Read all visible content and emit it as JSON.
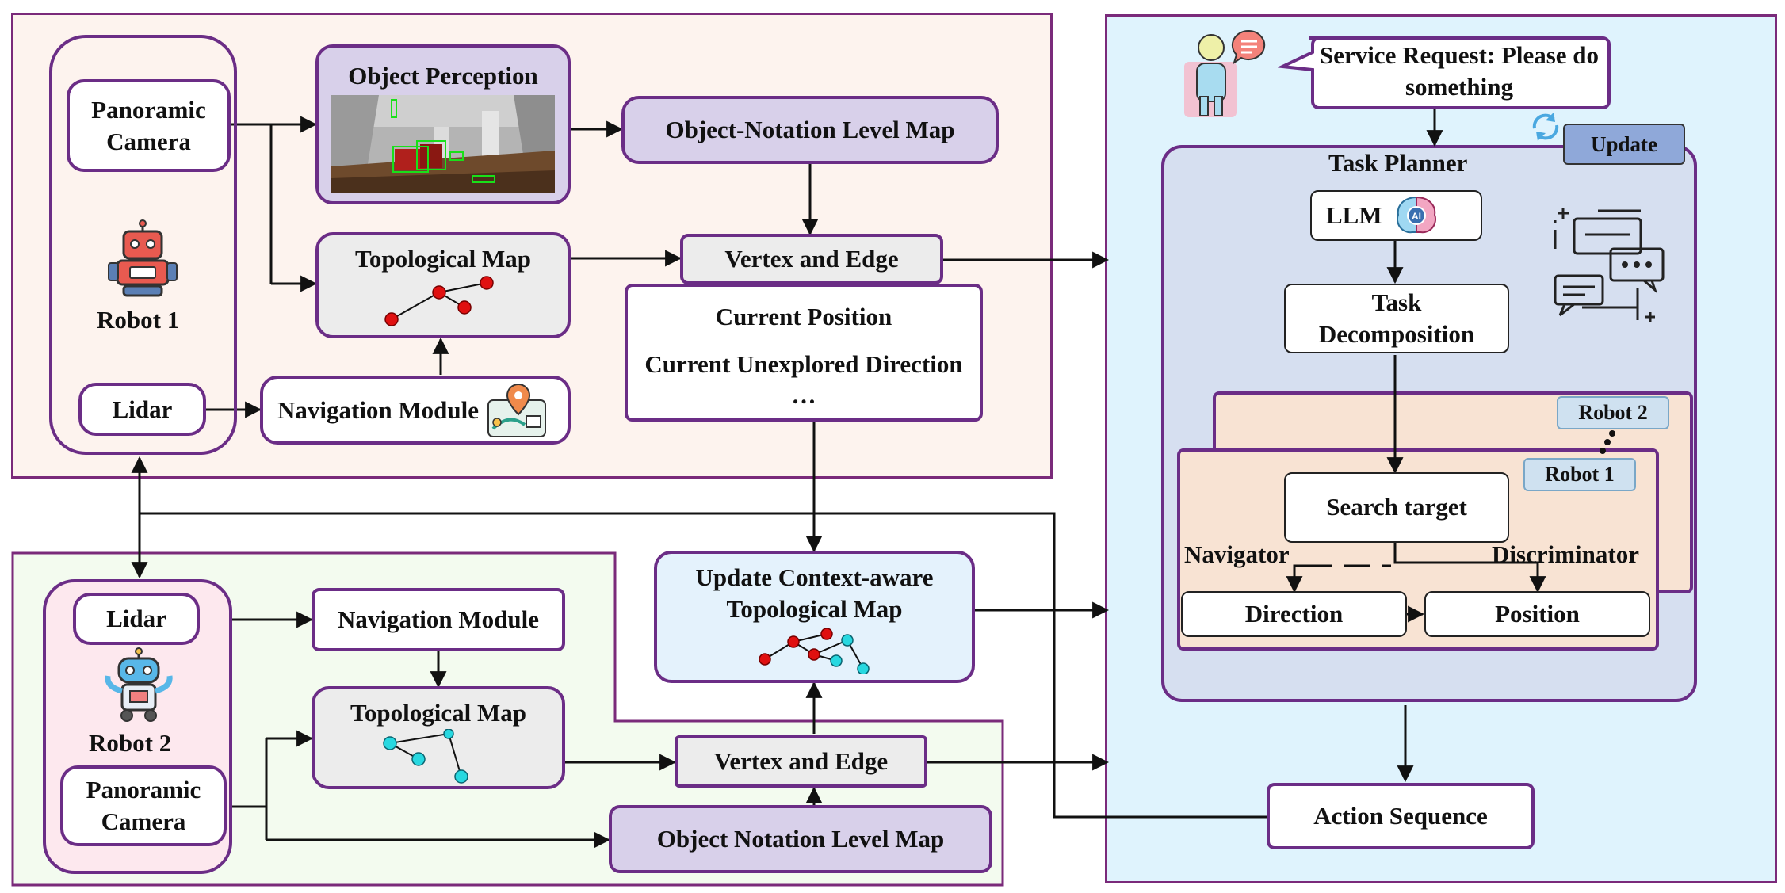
{
  "robot1_panel": {
    "camera": "Panoramic Camera",
    "object_perception": "Object Perception",
    "object_map": "Object-Notation Level Map",
    "topo_map": "Topological Map",
    "vertex_edge": "Vertex and Edge",
    "current_position": "Current Position",
    "current_unexplored": "Current Unexplored Direction",
    "ellipsis": "…",
    "robot_label": "Robot 1",
    "lidar": "Lidar",
    "nav_module": "Navigation Module"
  },
  "robot2_panel": {
    "lidar": "Lidar",
    "nav_module": "Navigation Module",
    "robot_label": "Robot 2",
    "topo_map": "Topological Map",
    "camera": "Panoramic Camera",
    "vertex_edge": "Vertex and Edge",
    "object_map": "Object Notation Level Map"
  },
  "center": {
    "update_map": "Update Context-aware Topological Map"
  },
  "planner_panel": {
    "service_request": "Service Request: Please do something",
    "update": "Update",
    "task_planner": "Task Planner",
    "llm": "LLM",
    "ai_badge": "AI",
    "task_decomposition": "Task Decomposition",
    "robot2_tag": "Robot 2",
    "robot1_tag": "Robot 1",
    "search_target": "Search target",
    "navigator": "Navigator",
    "discriminator": "Discriminator",
    "direction": "Direction",
    "position": "Position",
    "action_sequence": "Action Sequence"
  },
  "colors": {
    "frame": "#6b2d86",
    "robot1_bg": "#fdf3ee",
    "robot2_bg": "#f3fbef",
    "planner_bg": "#dff3fd",
    "task_planner_bg": "#d6dff0",
    "robot_card_bg": "#f8e3d3",
    "red_node": "#e01010",
    "cyan_node": "#28d8e0"
  }
}
